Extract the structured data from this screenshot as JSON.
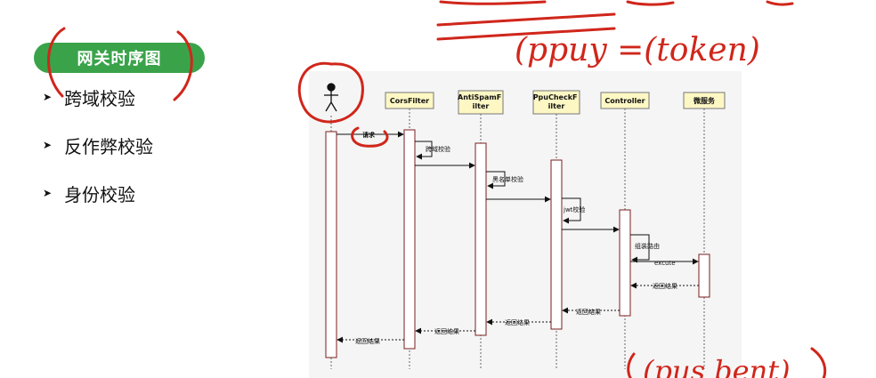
{
  "slide": {
    "title": "网关时序图",
    "bullets": [
      "跨域校验",
      "反作弊校验",
      "身份校验"
    ]
  },
  "diagram": {
    "participants": [
      {
        "label": "",
        "kind": "actor"
      },
      {
        "label": "CorsFilter",
        "kind": "box"
      },
      {
        "label": "AntiSpamF\nilter",
        "kind": "box"
      },
      {
        "label": "PpuCheckF\nilter",
        "kind": "box"
      },
      {
        "label": "Controller",
        "kind": "box"
      },
      {
        "label": "微服务",
        "kind": "box"
      }
    ],
    "messages": [
      {
        "label": "请求"
      },
      {
        "label": "跨域校验"
      },
      {
        "label": "黑名单校验"
      },
      {
        "label": "jwt校验"
      },
      {
        "label": "组装路由"
      },
      {
        "label": "excute"
      },
      {
        "label": "返回结果"
      },
      {
        "label": "返回结果"
      },
      {
        "label": "返回结果"
      },
      {
        "label": "返回结果"
      },
      {
        "label": "返回结果"
      }
    ]
  },
  "handwriting": {
    "top_note": "(ppuy =(token)",
    "bottom_note": "(pus bent)"
  },
  "colors": {
    "pill": "#3aa34a",
    "ink": "#d0261b",
    "box_fill": "#fdf7c4",
    "activation": "#7a1e1e"
  }
}
